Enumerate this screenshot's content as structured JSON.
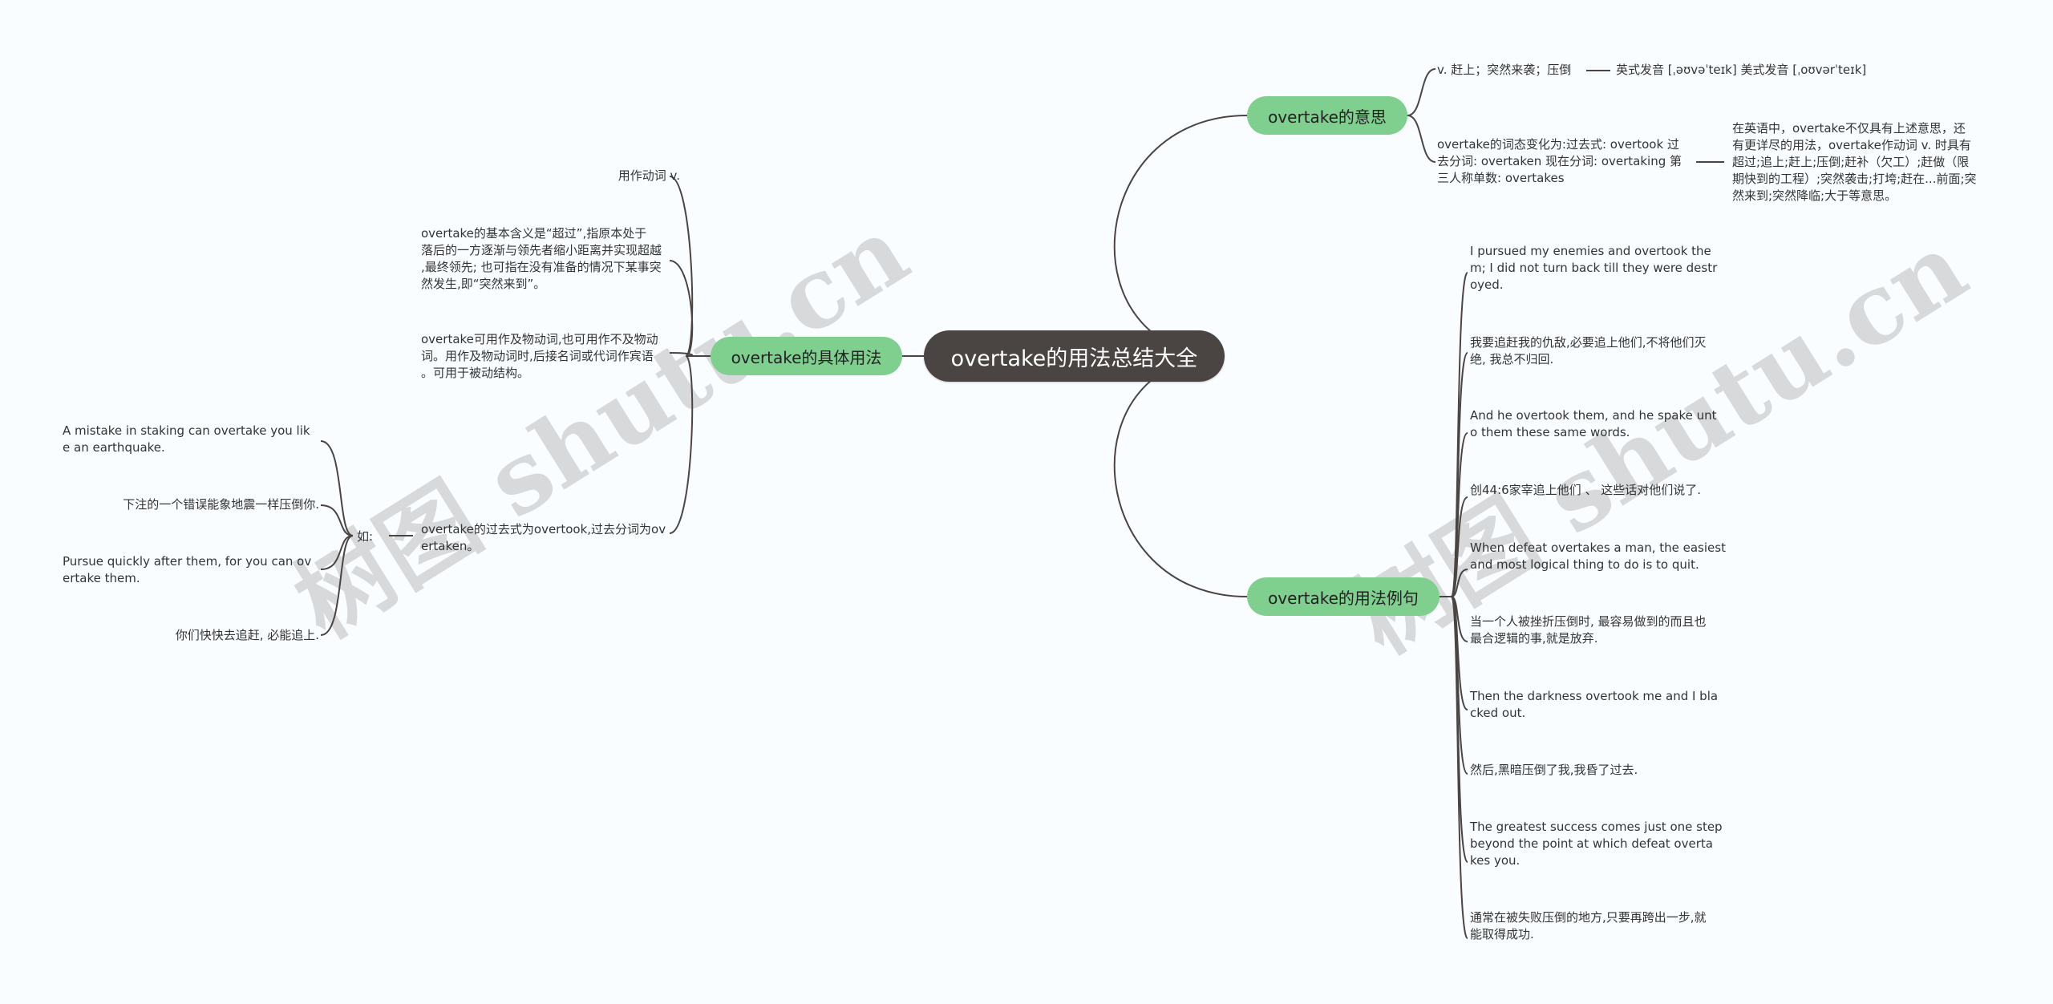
{
  "root": "overtake的用法总结大全",
  "watermark": "树图 shutu.cn",
  "branches": {
    "meaning": {
      "title": "overtake的意思",
      "items": [
        "v. 赶上；突然来袭；压倒",
        "英式发音 [ˌəʊvəˈteɪk] 美式发音 [ˌoʊvərˈteɪk]",
        "overtake的词态变化为:过去式: overtook 过\n去分词: overtaken 现在分词: overtaking 第\n三人称单数: overtakes",
        "在英语中，overtake不仅具有上述意思，还\n有更详尽的用法，overtake作动词 v. 时具有\n超过;追上;赶上;压倒;赶补（欠工）;赶做（限\n期快到的工程）;突然袭击;打垮;赶在...前面;突\n然来到;突然降临;大于等意思。"
      ]
    },
    "usage": {
      "title": "overtake的具体用法",
      "items": [
        "用作动词 v.",
        "overtake的基本含义是“超过”,指原本处于\n落后的一方逐渐与领先者缩小距离并实现超越\n,最终领先; 也可指在没有准备的情况下某事突\n然发生,即“突然来到”。",
        "overtake可用作及物动词,也可用作不及物动\n词。用作及物动词时,后接名词或代词作宾语\n。可用于被动结构。",
        "overtake的过去式为overtook,过去分词为ov\nertaken。",
        "如:"
      ],
      "examples": [
        "A mistake in staking can overtake you lik\ne an earthquake.",
        "下注的一个错误能象地震一样压倒你.",
        "Pursue quickly after them, for you can ov\nertake them.",
        "你们快快去追赶, 必能追上."
      ]
    },
    "sentences": {
      "title": "overtake的用法例句",
      "items": [
        "I pursued my enemies and overtook the\nm; I did not turn back till they were destr\noyed.",
        "我要追赶我的仇敌,必要追上他们,不将他们灭\n绝, 我总不归回.",
        "And he overtook them, and he spake unt\no them these same words.",
        "创44:6家宰追上他们 、 这些话对他们说了.",
        "When defeat overtakes a man, the easiest\n and most logical thing to do is to quit.",
        "当一个人被挫折压倒时, 最容易做到的而且也\n最合逻辑的事,就是放弃.",
        "Then the darkness overtook me and I bla\ncked out.",
        "然后,黑暗压倒了我,我昏了过去.",
        "The greatest success comes just one step\n beyond the point at which defeat overta\nkes you.",
        "通常在被失败压倒的地方,只要再跨出一步,就\n能取得成功."
      ]
    }
  },
  "colors": {
    "root": "#4a4543",
    "topic": "#7fcf8f",
    "line": "#4a4543",
    "background": "#fafdff"
  }
}
